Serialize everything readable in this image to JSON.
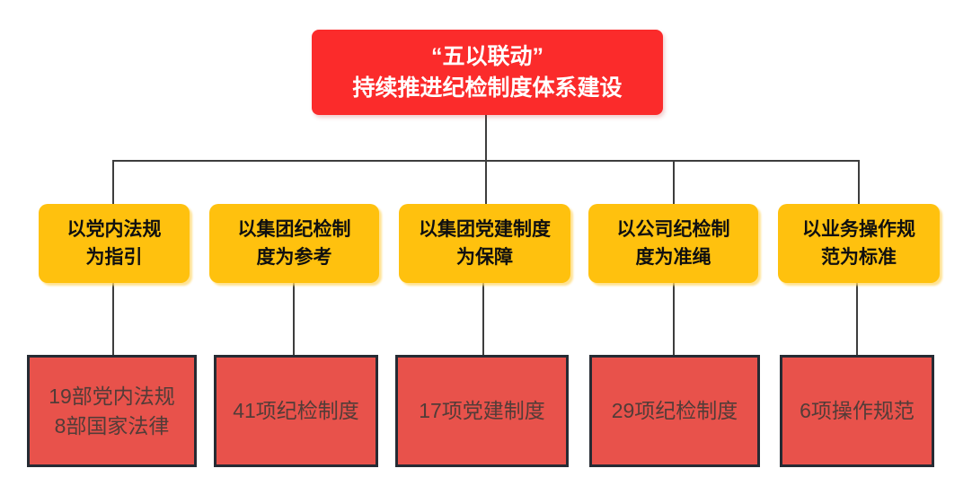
{
  "diagram": {
    "root": {
      "title": "“五以联动”\n持续推进纪检制度体系建设"
    },
    "pillars": [
      {
        "label": "以党内法规\n为指引",
        "result": "19部党内法规\n8部国家法律"
      },
      {
        "label": "以集团纪检制\n度为参考",
        "result": "41项纪检制度"
      },
      {
        "label": "以集团党建制度\n为保障",
        "result": "17项党建制度"
      },
      {
        "label": "以公司纪检制\n度为准绳",
        "result": "29项纪检制度"
      },
      {
        "label": "以业务操作规\n范为标准",
        "result": "6项操作规范"
      }
    ],
    "colors": {
      "root_fill": "#fb2b2b",
      "pillar_fill": "#ffc10e",
      "result_fill": "#e8524b",
      "result_border": "#262b33",
      "result_text": "#523c38",
      "connector": "#3d3d3d"
    }
  }
}
